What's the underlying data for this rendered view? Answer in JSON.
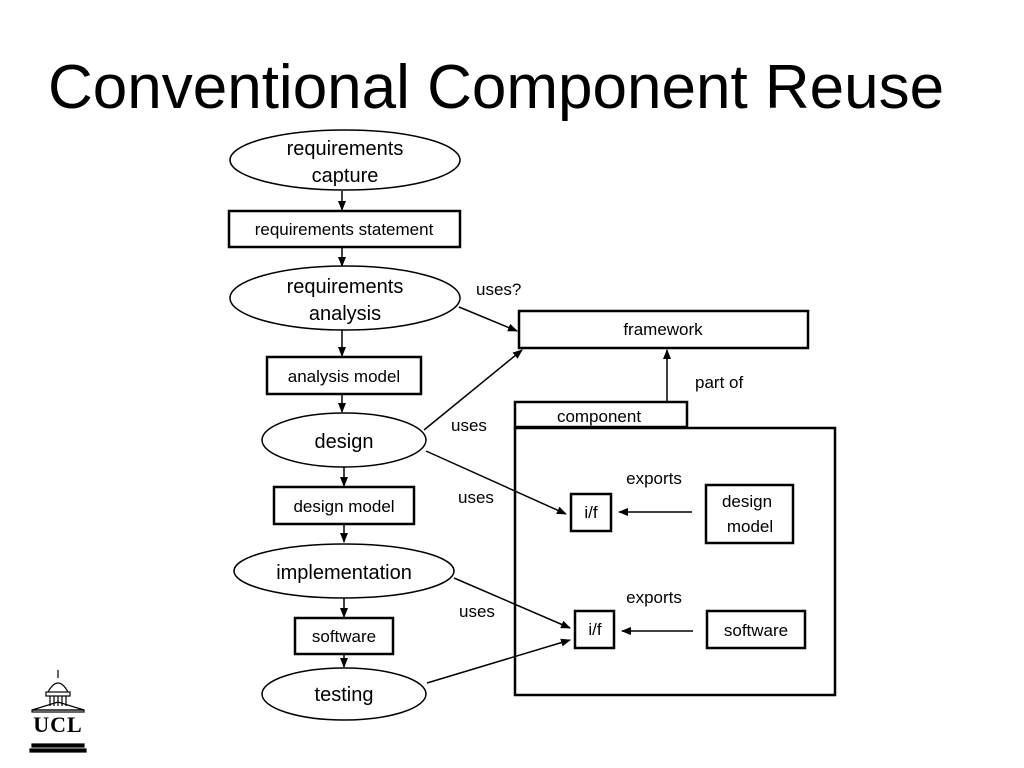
{
  "slide": {
    "title": "Conventional Component Reuse"
  },
  "process": {
    "requirements_capture": [
      "requirements",
      "capture"
    ],
    "requirements_statement": "requirements statement",
    "requirements_analysis": [
      "requirements",
      "analysis"
    ],
    "analysis_model": "analysis model",
    "design": "design",
    "design_model": "design model",
    "implementation": "implementation",
    "software": "software",
    "testing": "testing"
  },
  "component_side": {
    "framework": "framework",
    "component": "component",
    "part_of": "part of",
    "interface_upper": "i/f",
    "interface_lower": "i/f",
    "exports_upper": "exports",
    "exports_lower": "exports",
    "design_model_box": [
      "design",
      "model"
    ],
    "software_box": "software"
  },
  "edge_labels": {
    "uses_question": "uses?",
    "uses_design_framework": "uses",
    "uses_design_if": "uses",
    "uses_implementation_if": "uses"
  },
  "logo": {
    "text": "UCL"
  }
}
